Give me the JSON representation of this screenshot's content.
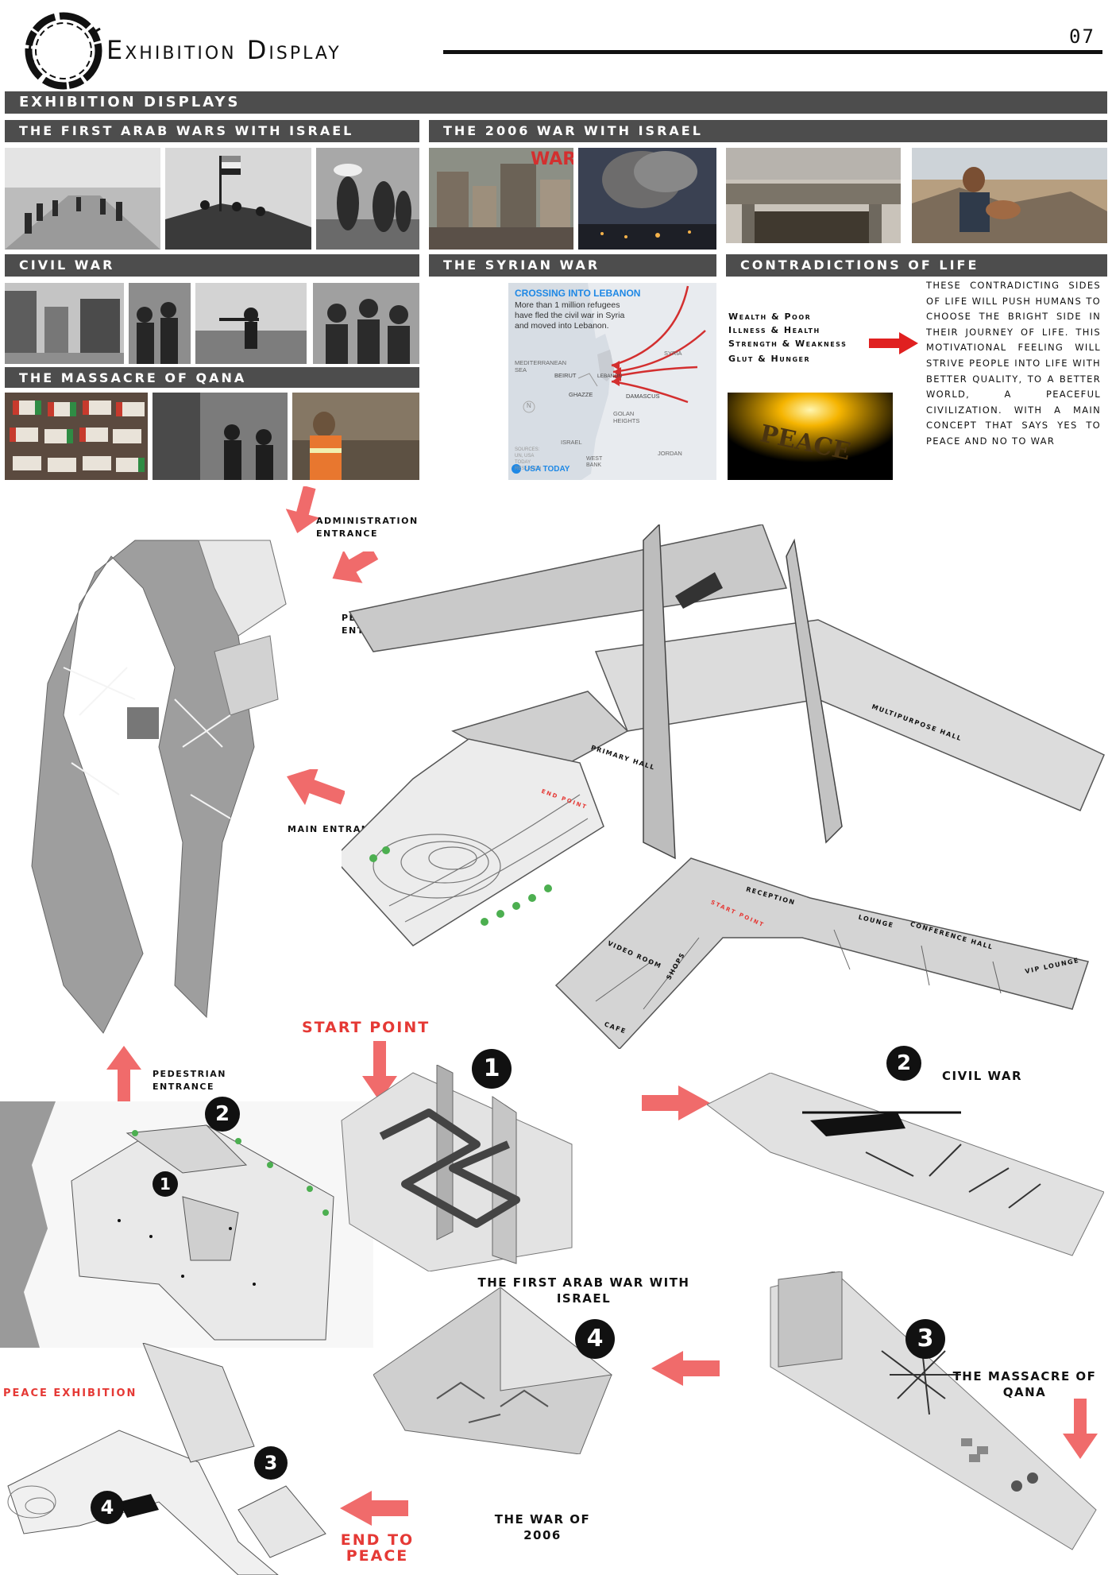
{
  "header": {
    "title": "Exhibition Display",
    "page_number": "07"
  },
  "section": {
    "title": "EXHIBITION DISPLAYS"
  },
  "bars": {
    "first_arab": "THE FIRST ARAB WARS WITH ISRAEL",
    "war_2006": "THE 2006 WAR WITH ISRAEL",
    "civil_war": "CIVIL WAR",
    "syrian_war": "THE SYRIAN WAR",
    "contradictions": "CONTRADICTIONS OF LIFE",
    "qana": "THE MASSACRE OF QANA"
  },
  "photos": {
    "july_war_caption": "WAR",
    "peace_sign": "PEACE"
  },
  "map": {
    "title": "CROSSING INTO LEBANON",
    "description": "More than 1 million refugees have fled the civil war in Syria and moved into Lebanon.",
    "places": {
      "mediterranean": "MEDITERRANEAN SEA",
      "beirut": "BEIRUT",
      "lebanon": "LEBANON",
      "syria": "SYRIA",
      "ghazze": "GHAZZE",
      "damascus": "DAMASCUS",
      "golan": "GOLAN HEIGHTS",
      "israel": "ISRAEL",
      "jordan": "JORDAN",
      "west_bank": "WEST BANK",
      "north": "N"
    },
    "source": "SOURCES: UN, USA TODAY RESEARCH",
    "brand": "USA TODAY"
  },
  "contradictions": {
    "pairs": [
      "Wealth & Poor",
      "Illness & Health",
      "Strength & Weakness",
      "Glut & Hunger"
    ],
    "text": "These contradicting sides of life will push humans to choose the bright side in their journey of life. This motivational feeling will strive people into life with better quality, to a better world, a peaceful civilization. With a main concept that says Yes to peace and No to war"
  },
  "entrances": {
    "administration": "ADMINISTRATION ENTRANCE",
    "pedestrian": "PEDESTRIAN ENTRANCE",
    "main": "MAIN ENTRANCE",
    "pedestrian2": "PEDESTRIAN ENTRANCE"
  },
  "plan_labels": {
    "primary_hall": "PRIMARY HALL",
    "end_point": "END POINT",
    "multipurpose": "MULTIPURPOSE HALL",
    "start_point_small": "START POINT",
    "reception": "RECEPTION",
    "lounge": "LOUNGE",
    "conference": "CONFERENCE HALL",
    "vip": "VIP LOUNGE",
    "video": "VIDEO ROOM",
    "shops": "SHOPS",
    "cafe": "CAFE"
  },
  "journey": {
    "start_point": "START POINT",
    "n1": "1",
    "n2": "2",
    "n3": "3",
    "n4": "4",
    "first_arab": "THE FIRST ARAB WAR WITH ISRAEL",
    "civil_war": "CIVIL WAR",
    "qana": "THE MASSACRE OF QANA",
    "war_2006": "THE WAR OF 2006",
    "peace_exhibition": "PEACE EXHIBITION",
    "end_to_peace": "END TO PEACE"
  }
}
